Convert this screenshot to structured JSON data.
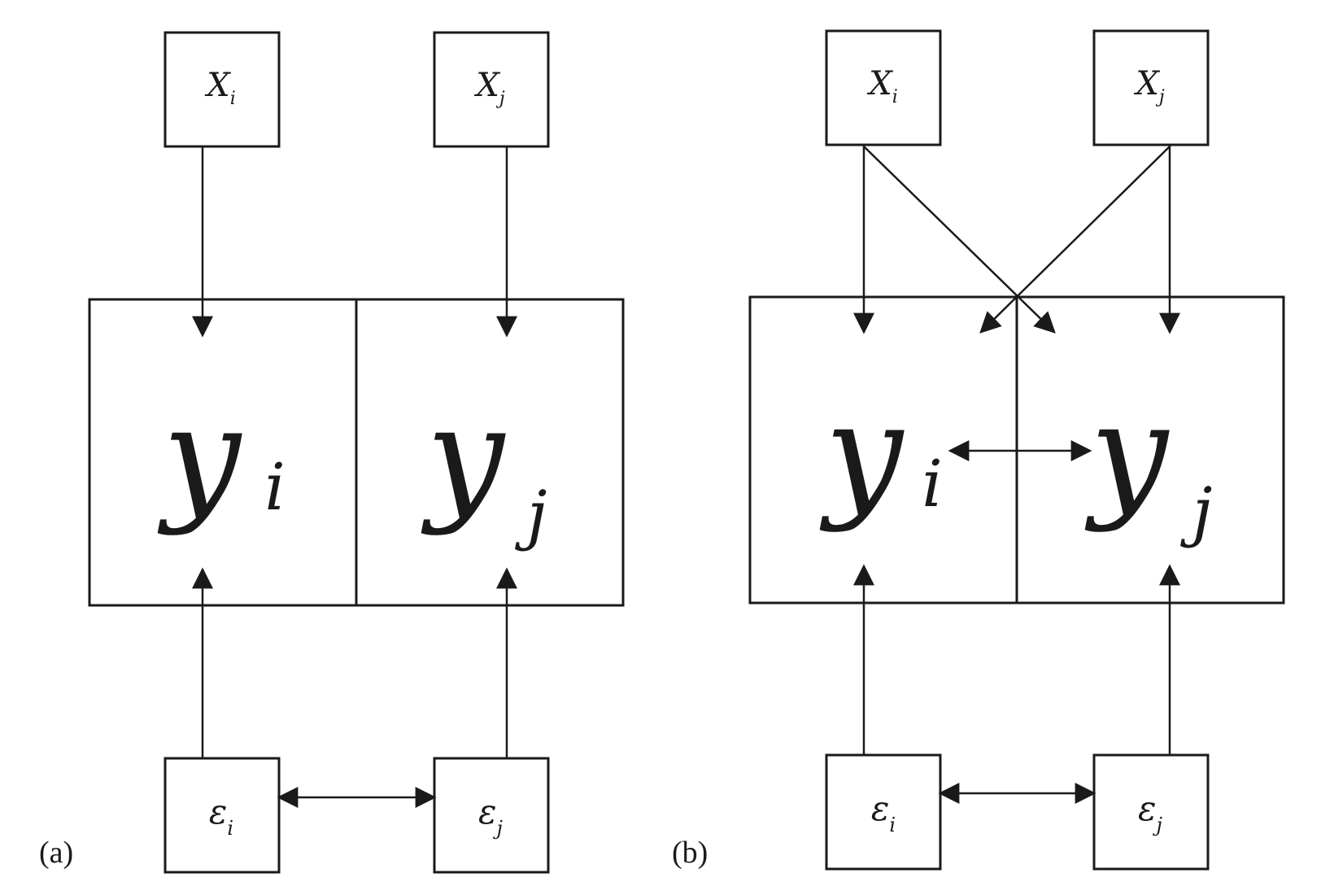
{
  "panels": [
    {
      "id": "a",
      "label": "(a)",
      "x_left": {
        "base": "X",
        "sub": "i"
      },
      "x_right": {
        "base": "X",
        "sub": "j"
      },
      "y_left": {
        "base": "y",
        "sub": "i"
      },
      "y_right": {
        "base": "y",
        "sub": "j"
      },
      "e_left": {
        "base": "ε",
        "sub": "i"
      },
      "e_right": {
        "base": "ε",
        "sub": "j"
      }
    },
    {
      "id": "b",
      "label": "(b)",
      "x_left": {
        "base": "X",
        "sub": "i"
      },
      "x_right": {
        "base": "X",
        "sub": "j"
      },
      "y_left": {
        "base": "y",
        "sub": "i"
      },
      "y_right": {
        "base": "y",
        "sub": "j"
      },
      "e_left": {
        "base": "ε",
        "sub": "i"
      },
      "e_right": {
        "base": "ε",
        "sub": "j"
      }
    }
  ]
}
